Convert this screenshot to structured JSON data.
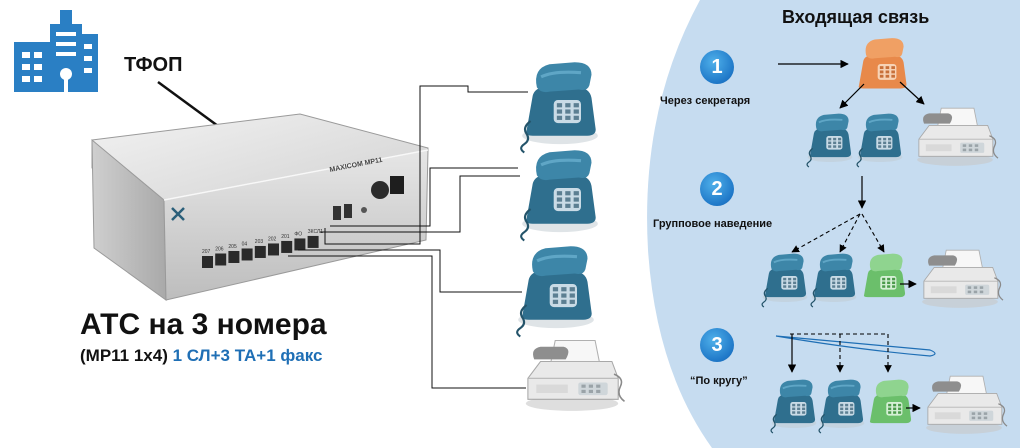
{
  "pstn_label": "ТФОП",
  "pbx_title": "АТС на 3 номера",
  "pbx_model": "(МР11 1х4)",
  "pbx_config": "1 СЛ+3 ТА+1 факс",
  "pbx_brand": "MAXICOM MP11",
  "pbx_port_labels": [
    "207",
    "206",
    "205",
    "04",
    "203",
    "202",
    "201",
    "ФО",
    "ЗКСЛ1"
  ],
  "incoming_title": "Входящая связь",
  "modes": [
    {
      "number": "1",
      "label": "Через секретаря"
    },
    {
      "number": "2",
      "label": "Групповое наведение"
    },
    {
      "number": "3",
      "label": "“По кругу”"
    }
  ],
  "colors": {
    "panel": "#c6dcf0",
    "phone": "#2f6f8e",
    "phone_orange": "#e8894a",
    "phone_green": "#6bbf6b",
    "accent_blue": "#1f6fb5",
    "badge": "#2a86d6",
    "building": "#2a7fc4"
  }
}
